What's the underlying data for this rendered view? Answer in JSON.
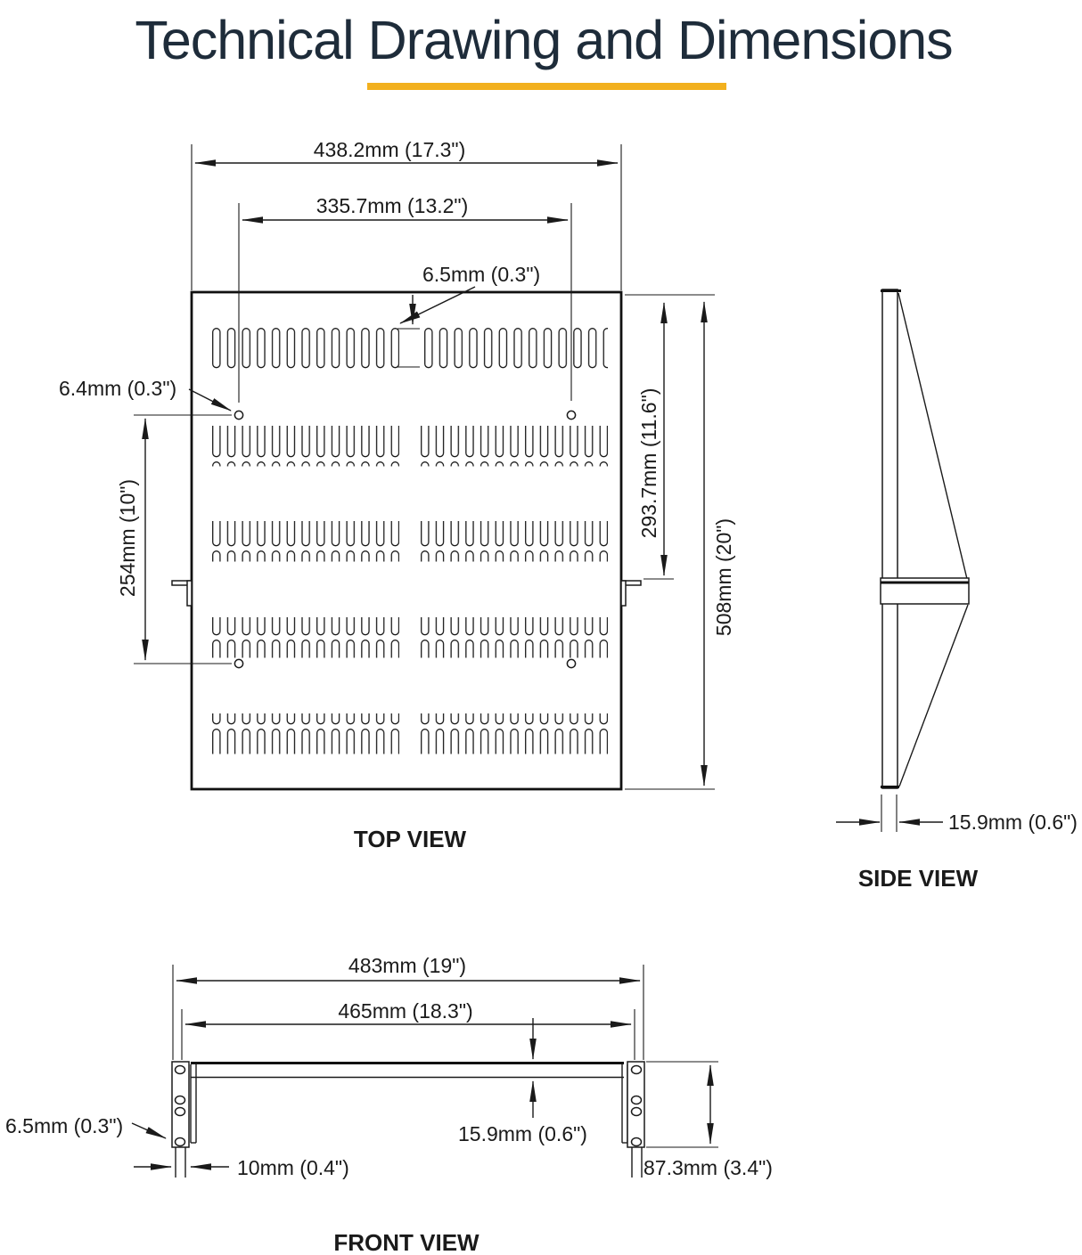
{
  "title": {
    "text": "Technical Drawing and Dimensions"
  },
  "accent_color": "#F2B01E",
  "top_view": {
    "label": "TOP VIEW",
    "dim_width_outer": "438.2mm (17.3\")",
    "dim_width_holes": "335.7mm (13.2\")",
    "dim_slot_width": "6.5mm (0.3\")",
    "dim_hole_diameter": "6.4mm (0.3\")",
    "dim_hole_spacing_vertical": "254mm (10\")",
    "dim_depth_to_bracket": "293.7mm (11.6\")",
    "dim_depth_overall": "508mm (20\")"
  },
  "side_view": {
    "label": "SIDE VIEW",
    "dim_thickness": "15.9mm (0.6\")"
  },
  "front_view": {
    "label": "FRONT VIEW",
    "dim_width_overall": "483mm (19\")",
    "dim_width_inner": "465mm (18.3\")",
    "dim_mount_hole": "6.5mm (0.3\")",
    "dim_flange_width": "10mm (0.4\")",
    "dim_shelf_thickness": "15.9mm (0.6\")",
    "dim_bracket_height": "87.3mm (3.4\")"
  }
}
